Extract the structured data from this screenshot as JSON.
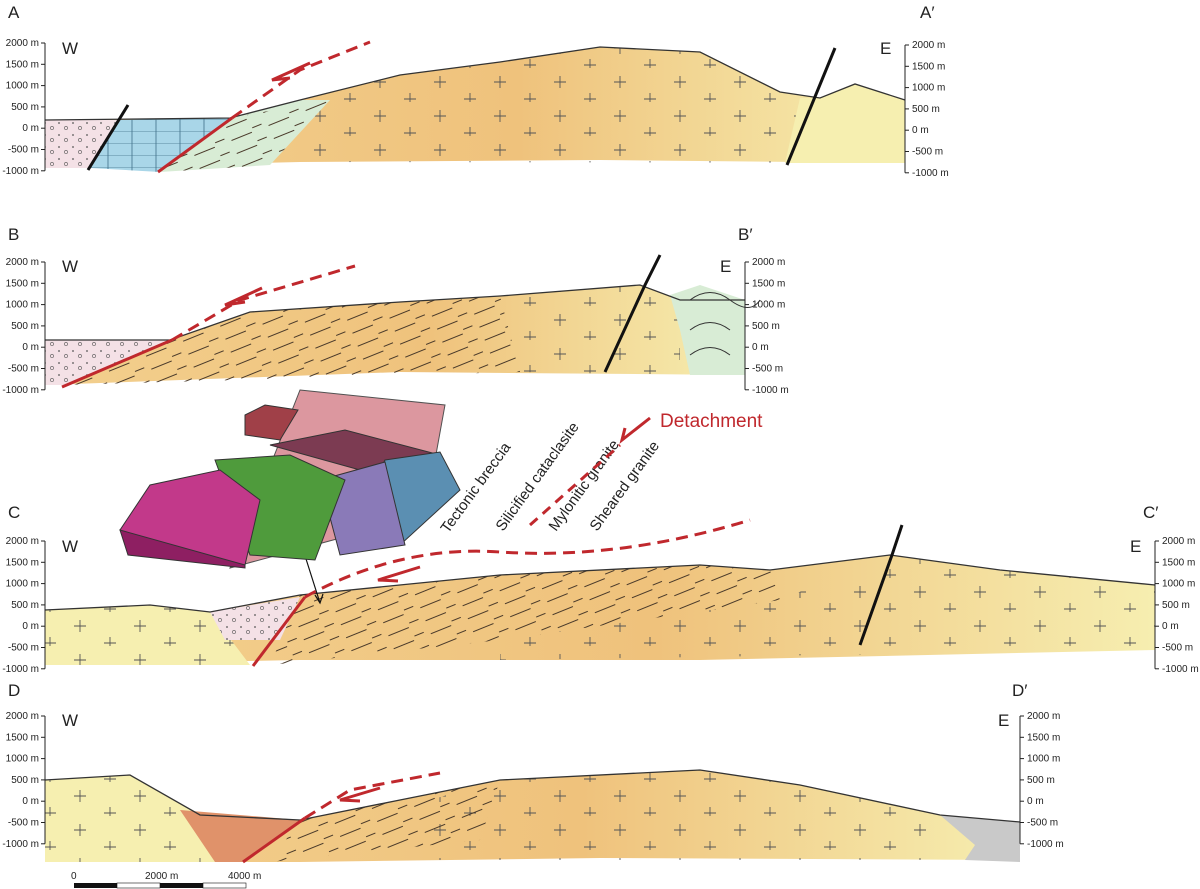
{
  "sections": [
    {
      "id": "A",
      "start": "A",
      "end": "A′",
      "west": "W",
      "east": "E",
      "ticks": [
        "2000 m",
        "1500 m",
        "1000 m",
        "500 m",
        "0 m",
        "-500 m",
        "-1000 m"
      ]
    },
    {
      "id": "B",
      "start": "B",
      "end": "B′",
      "west": "W",
      "east": "E",
      "ticks": [
        "2000 m",
        "1500 m",
        "1000 m",
        "500 m",
        "0 m",
        "-500 m",
        "-1000 m"
      ]
    },
    {
      "id": "C",
      "start": "C",
      "end": "C′",
      "west": "W",
      "east": "E",
      "ticks": [
        "2000 m",
        "1500 m",
        "1000 m",
        "500 m",
        "0 m",
        "-500 m",
        "-1000 m"
      ]
    },
    {
      "id": "D",
      "start": "D",
      "end": "D′",
      "west": "W",
      "east": "E",
      "ticks": [
        "2000 m",
        "1500 m",
        "1000 m",
        "500 m",
        "0 m",
        "-500 m",
        "-1000 m"
      ]
    }
  ],
  "legend": {
    "units": [
      "Tectonic breccia",
      "Silicified cataclasite",
      "Mylonitic granite",
      "Sheared granite"
    ],
    "detachment": "Detachment"
  },
  "scale_bar": {
    "labels": [
      "0",
      "2000 m",
      "4000 m"
    ]
  },
  "colors": {
    "detachment": "#c0282d",
    "granite_orange": "#f0c27a",
    "granite_yellow": "#f6efb0",
    "limestone_blue": "#a9d6e8",
    "schist_green": "#d8ecd5",
    "breccia_pink": "#f4e1e6",
    "red_granite": "#e0926a"
  }
}
